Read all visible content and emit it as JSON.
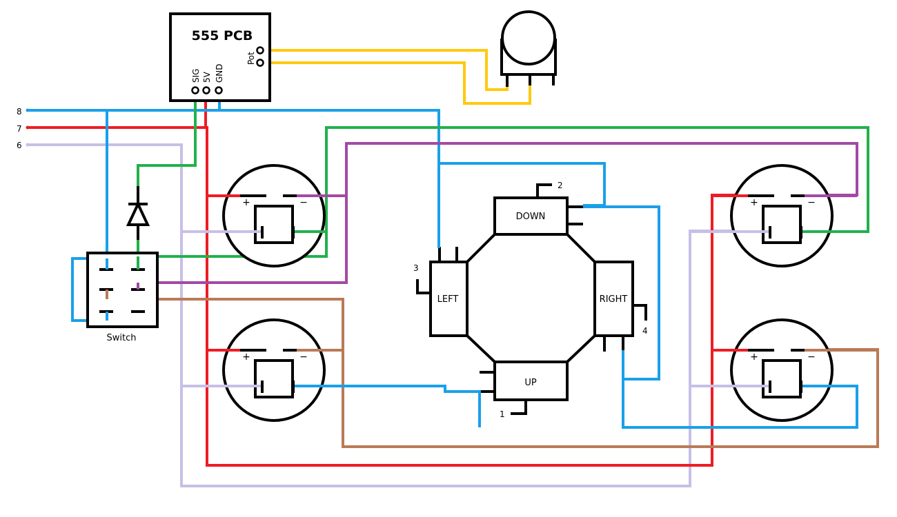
{
  "pcb": {
    "title": "555 PCB",
    "pin_sig": "SIG",
    "pin_5v": "5V",
    "pin_gnd": "GND",
    "pin_pot": "Pot"
  },
  "switch": {
    "label": "Switch"
  },
  "wires": {
    "label_8": "8",
    "label_7": "7",
    "label_6": "6"
  },
  "joystick": {
    "down": "DOWN",
    "up": "UP",
    "left": "LEFT",
    "right": "RIGHT",
    "pin_1": "1",
    "pin_2": "2",
    "pin_3": "3",
    "pin_4": "4"
  },
  "buttons": {
    "plus": "+",
    "minus": "−"
  },
  "colors": {
    "blue": "#1aa0e8",
    "red": "#ee1c24",
    "lavender": "#c8bfe7",
    "green": "#22b14c",
    "purple": "#a349a4",
    "yellow": "#ffc90e",
    "brown": "#b97a57"
  }
}
